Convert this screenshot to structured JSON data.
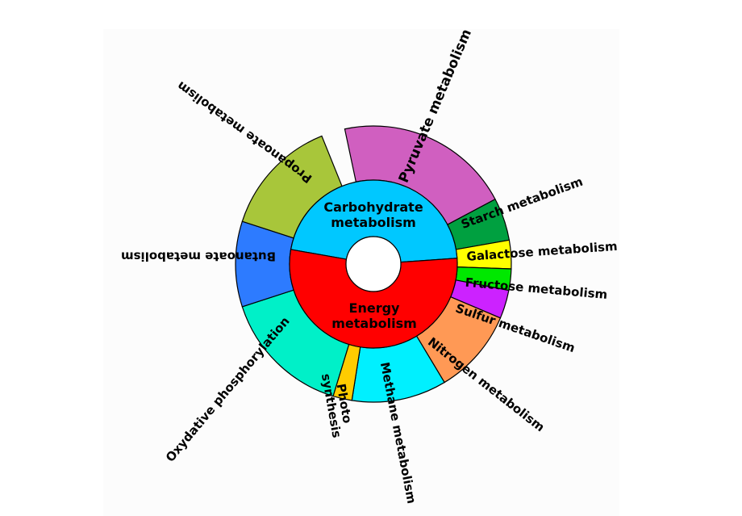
{
  "chart_data": {
    "type": "sunburst",
    "inner_ring": [
      {
        "label": "Carbohydrate metabolism",
        "label_lines": [
          "Carbohydrate",
          "metabolism"
        ],
        "color": "#00c8ff"
      },
      {
        "label": "Energy metabolism",
        "label_lines": [
          "Energy",
          "metabolism"
        ],
        "color": "#ff0000"
      }
    ],
    "outer_ring": [
      {
        "parent": "Carbohydrate metabolism",
        "label": "Pyruvate metabolism",
        "label_lines": [
          "Pyruvate metabolism"
        ],
        "color": "#d05fc0"
      },
      {
        "parent": "Carbohydrate metabolism",
        "label": "Starch metabolism",
        "label_lines": [
          "Starch metabolism"
        ],
        "color": "#00a040"
      },
      {
        "parent": "Carbohydrate metabolism",
        "label": "Galactose metabolism",
        "label_lines": [
          "Galactose metabolism"
        ],
        "color": "#ffff00"
      },
      {
        "parent": "Energy metabolism",
        "label": "Fructose metabolism",
        "label_lines": [
          "Fructose metabolism"
        ],
        "color": "#00e800"
      },
      {
        "parent": "Energy metabolism",
        "label": "Sulfur metabolism",
        "label_lines": [
          "Sulfur metabolism"
        ],
        "color": "#cc22ff"
      },
      {
        "parent": "Energy metabolism",
        "label": "Nitrogen metabolism",
        "label_lines": [
          "Nitrogen metabolism"
        ],
        "color": "#ff9955"
      },
      {
        "parent": "Energy metabolism",
        "label": "Methane metabolism",
        "label_lines": [
          "Methane metabolism"
        ],
        "color": "#00f0ff"
      },
      {
        "parent": "Energy metabolism",
        "label": "Photosynthesis",
        "label_lines": [
          "Photo",
          "synthesis"
        ],
        "color": "#ffcc00"
      },
      {
        "parent": "Energy metabolism",
        "label": "Oxydative phosphorylation",
        "label_lines": [
          "Oxydative phosphorylation"
        ],
        "color": "#00f0c8"
      },
      {
        "parent": "Carbohydrate metabolism",
        "label": "Butanoate metabolism",
        "label_lines": [
          "Butanoate metabolism"
        ],
        "color": "#2d7bff"
      },
      {
        "parent": "Carbohydrate metabolism",
        "label": "Propanoate metabolism",
        "label_lines": [
          "Propanoate metabolism"
        ],
        "color": "#a8c63a"
      }
    ]
  }
}
